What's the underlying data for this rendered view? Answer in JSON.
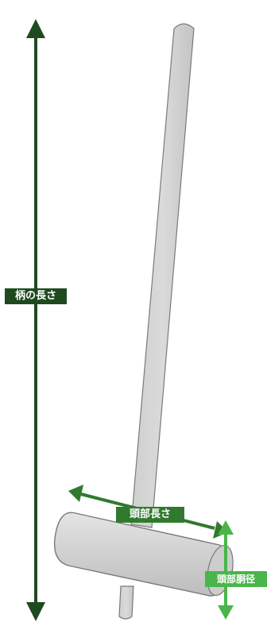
{
  "labels": {
    "handle_length": "柄の長さ",
    "head_length": "頭部長さ",
    "head_diameter": "頭部胴径"
  },
  "colors": {
    "dark_green": "#1e4a1e",
    "mid_green": "#2f7a2f",
    "light_green": "#4ab54a",
    "hammer_fill": "#d2d2d2",
    "hammer_stroke": "#7a7a7a"
  }
}
